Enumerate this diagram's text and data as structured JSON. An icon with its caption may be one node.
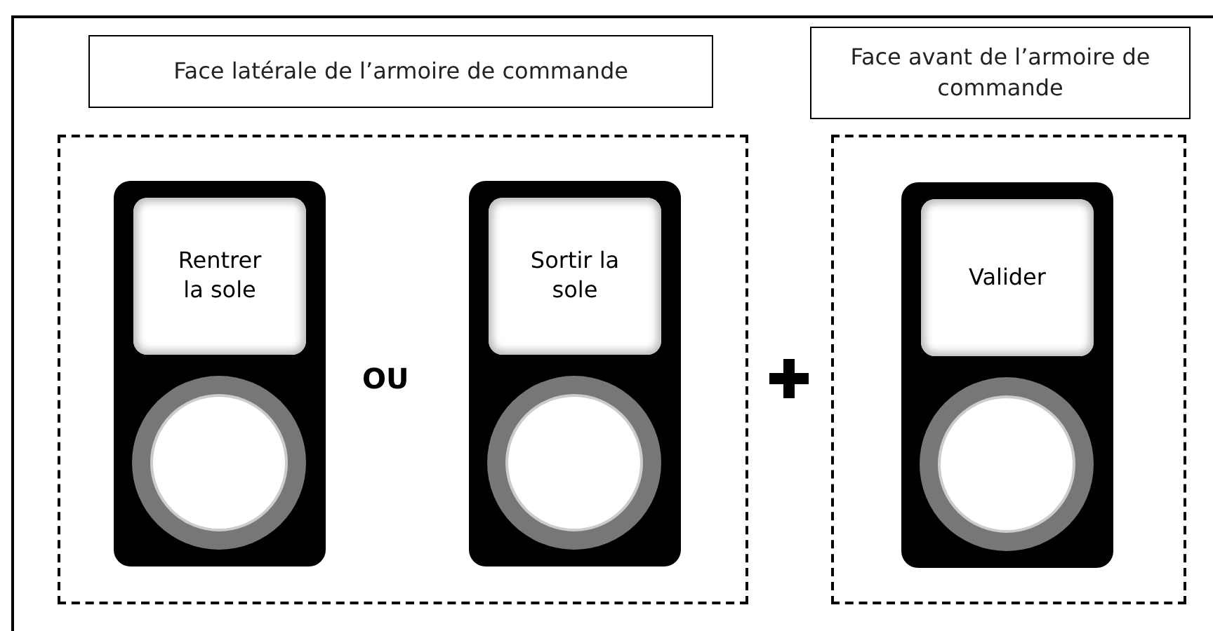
{
  "diagram": {
    "nodes": [
      {
        "text": [
          "Face latérale de l’armoire de commande"
        ]
      },
      {
        "text": [],
        "shape": "box"
      },
      {
        "text": [
          "Rentrer la sole"
        ],
        "in": 1
      },
      {
        "text": [
          "Sortir la sole"
        ],
        "in": 1
      },
      {
        "text": [
          "Face avant de l’armoire de commande"
        ]
      },
      {
        "text": [],
        "shape": "box"
      },
      {
        "text": [
          "Valider"
        ],
        "in": 5
      }
    ],
    "labels": [
      "OU"
    ]
  }
}
